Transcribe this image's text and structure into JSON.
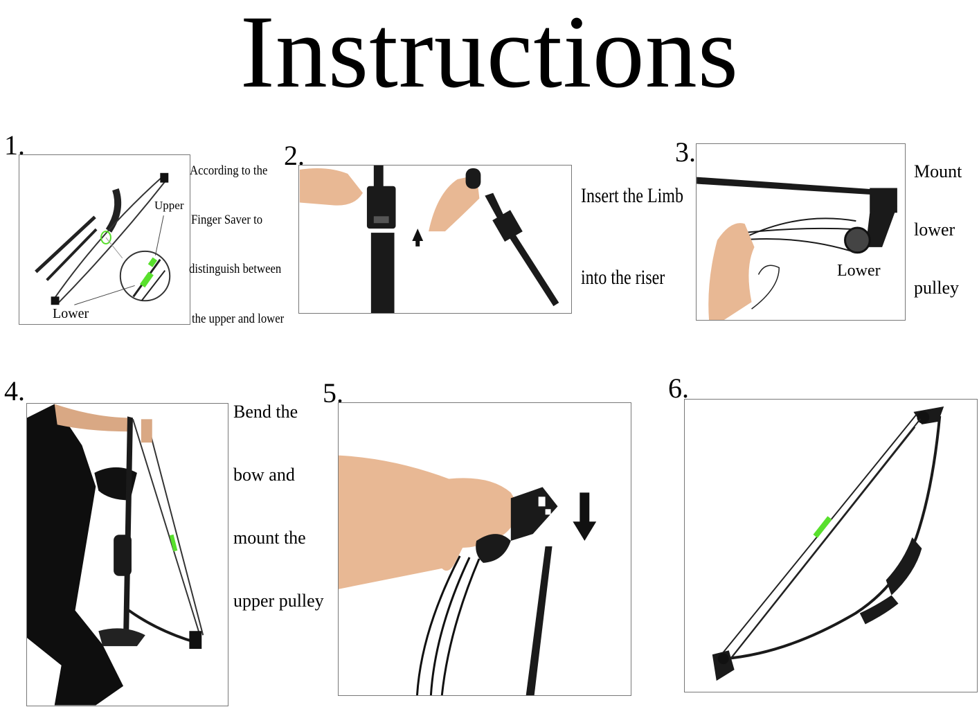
{
  "title": "Instructions",
  "steps": [
    {
      "number": "1.",
      "labels": {
        "upper": "Upper",
        "lower": "Lower"
      },
      "caption": [
        "According to the",
        "Finger Saver to",
        "distinguish between",
        "the upper and lower"
      ]
    },
    {
      "number": "2.",
      "caption": [
        "Insert the Limb",
        "into the riser"
      ]
    },
    {
      "number": "3.",
      "labels": {
        "lower": "Lower"
      },
      "caption": [
        "Mount",
        "lower",
        "pulley"
      ]
    },
    {
      "number": "4.",
      "caption": [
        "Bend the",
        "bow and",
        "mount the",
        "upper pulley"
      ]
    },
    {
      "number": "5."
    },
    {
      "number": "6."
    }
  ],
  "colors": {
    "accent": "#58e02c",
    "bow": "#1a1a1a",
    "skin": "#e8b894"
  }
}
